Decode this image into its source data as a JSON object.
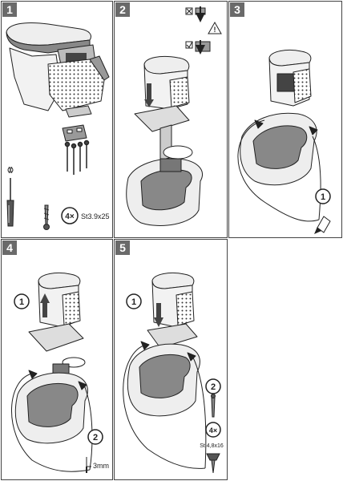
{
  "steps": [
    {
      "number": "1",
      "callouts": {
        "count": "4×",
        "screw_spec": "St3.9x25"
      }
    },
    {
      "number": "2"
    },
    {
      "number": "3",
      "callouts": {
        "sub_step": "1"
      }
    },
    {
      "number": "4",
      "callouts": {
        "sub_step_a": "1",
        "sub_step_b": "2",
        "drill": "3mm"
      }
    },
    {
      "number": "5",
      "callouts": {
        "sub_step_a": "1",
        "sub_step_b": "2",
        "count": "4×",
        "screw_spec": "St 4,8x16"
      }
    }
  ],
  "colors": {
    "badge": "#6a6a6a",
    "line": "#222222",
    "fill_dark": "#7a7a7a",
    "fill_light": "#d9d9d9"
  }
}
